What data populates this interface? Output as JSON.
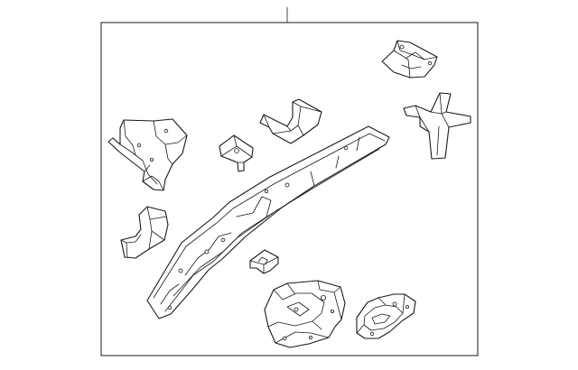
{
  "diagram": {
    "kind": "exploded-parts-diagram",
    "frame_border": true,
    "leader_line": "top-center",
    "line_color": "#1a1a1a",
    "background": "#ffffff",
    "parts": [
      "main-frame-rail",
      "upper-right-bracket",
      "right-side-bracket",
      "center-bracket",
      "small-mount-plate",
      "left-upper-bracket",
      "left-lower-bracket",
      "small-block",
      "lower-center-panel",
      "lower-right-panel"
    ]
  }
}
